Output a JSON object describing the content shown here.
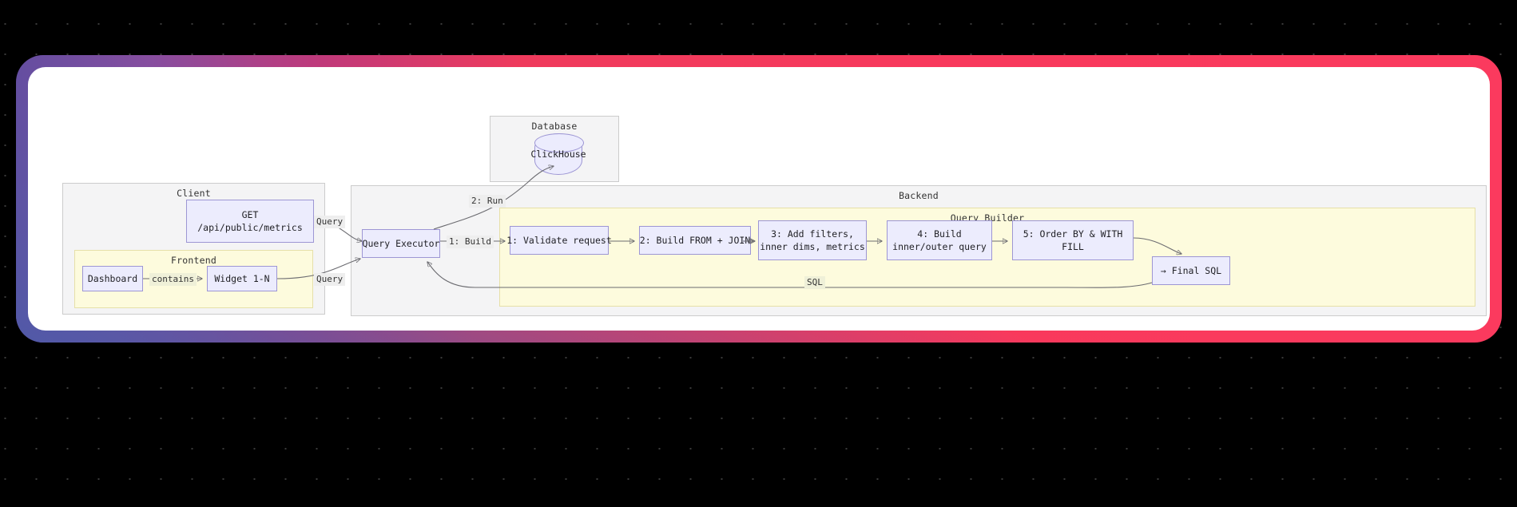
{
  "frame": {
    "gradient_start": "#6b4a9e",
    "gradient_end": "#fb3a5e",
    "card_background": "#ffffff",
    "page_background": "#000000"
  },
  "diagram": {
    "type": "sequence-architecture-flow",
    "groups": [
      {
        "id": "client",
        "label": "Client",
        "fill": "#f4f4f5"
      },
      {
        "id": "frontend",
        "label": "Frontend",
        "fill": "#fdfbdd"
      },
      {
        "id": "database",
        "label": "Database",
        "fill": "#f4f4f5"
      },
      {
        "id": "backend",
        "label": "Backend",
        "fill": "#f4f4f5"
      },
      {
        "id": "query-builder",
        "label": "Query Builder",
        "fill": "#fdfbdd"
      }
    ],
    "nodes": [
      {
        "id": "get-endpoint",
        "line1": "GET",
        "line2": "/api/public/metrics"
      },
      {
        "id": "dashboard",
        "line1": "Dashboard",
        "line2": ""
      },
      {
        "id": "widget",
        "line1": "Widget 1-N",
        "line2": ""
      },
      {
        "id": "clickhouse",
        "line1": "ClickHouse",
        "line2": ""
      },
      {
        "id": "query-executor",
        "line1": "Query Executor",
        "line2": ""
      },
      {
        "id": "step-1",
        "line1": "1: Validate request",
        "line2": ""
      },
      {
        "id": "step-2",
        "line1": "2: Build FROM + JOIN",
        "line2": ""
      },
      {
        "id": "step-3",
        "line1": "3: Add filters,",
        "line2": "inner dims, metrics"
      },
      {
        "id": "step-4",
        "line1": "4: Build",
        "line2": "inner/outer query"
      },
      {
        "id": "step-5",
        "line1": "5: Order BY & WITH",
        "line2": "FILL"
      },
      {
        "id": "final-sql",
        "line1": "→ Final SQL",
        "line2": ""
      }
    ],
    "edge_labels": [
      {
        "id": "edge-contains",
        "text": "contains"
      },
      {
        "id": "edge-query-top",
        "text": "Query"
      },
      {
        "id": "edge-query-bottom",
        "text": "Query"
      },
      {
        "id": "edge-run",
        "text": "2: Run"
      },
      {
        "id": "edge-build",
        "text": "1: Build"
      },
      {
        "id": "edge-sql",
        "text": "SQL"
      }
    ],
    "node_style": {
      "fill": "#ececfd",
      "stroke": "#9d96d4",
      "text": "#1f1f24"
    },
    "edge_style": {
      "stroke": "#6b6b70"
    }
  }
}
